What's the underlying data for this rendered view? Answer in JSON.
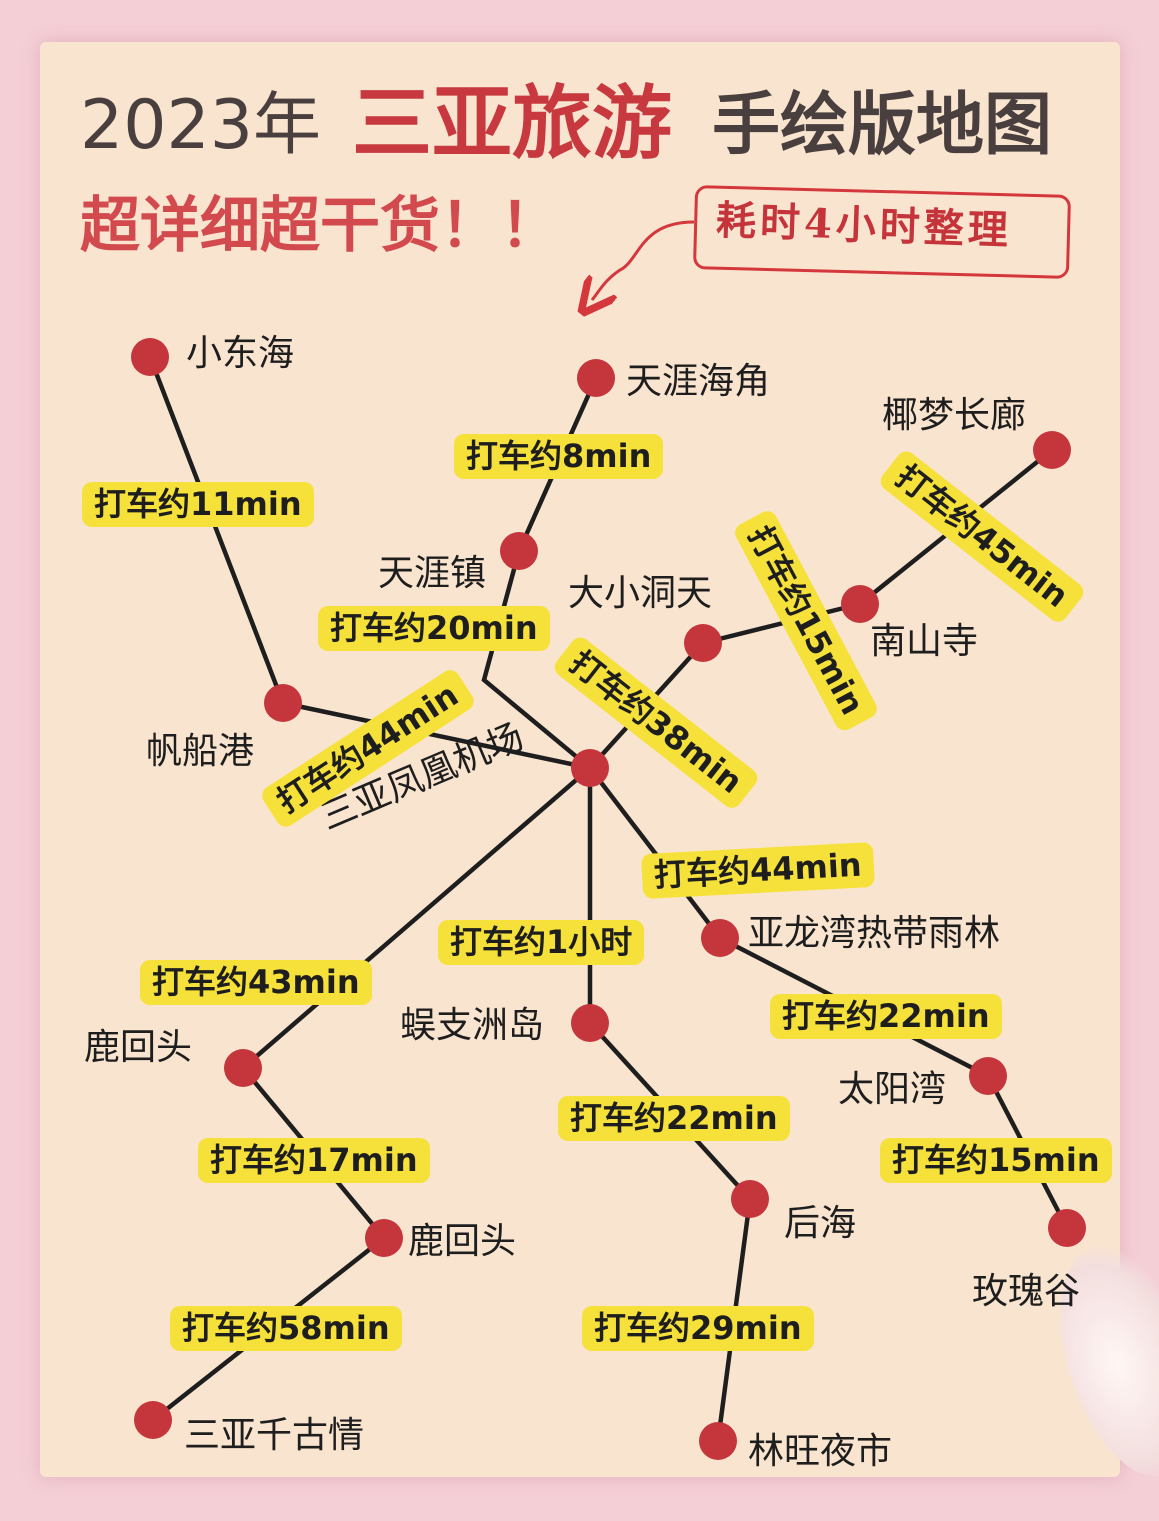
{
  "title": {
    "year": "2023年",
    "highlight": "三亚旅游",
    "rest": "手绘版地图",
    "subtitle": "超详细超干货！！",
    "note": "耗时4小时整理"
  },
  "colors": {
    "background": "#f4cfd6",
    "paper": "#f9e4cf",
    "highlight_red": "#c8393f",
    "node_red": "#c4363c",
    "badge_yellow": "#f6e13a",
    "line": "#1e1e1e"
  },
  "places": {
    "xiaodonghai": "小东海",
    "tianyahaijiao": "天涯海角",
    "yemengchanglang": "椰梦长廊",
    "tianyazhen": "天涯镇",
    "daxiaodongtian": "大小洞天",
    "nanshansi": "南山寺",
    "fanchuangang": "帆船港",
    "airport": "三亚凤凰机场",
    "yalongwan_rainforest": "亚龙湾热带雨林",
    "wuzhizhoudao": "蜈支洲岛",
    "luhuitou_1": "鹿回头",
    "luhuitou_2": "鹿回头",
    "taiyangwan": "太阳湾",
    "houhai": "后海",
    "meiguigu": "玫瑰谷",
    "sanyaqianguqing": "三亚千古情",
    "linwangyeshi": "林旺夜市"
  },
  "routes": {
    "xiaodonghai_fanchuangang": "打车约11min",
    "tianyahaijiao_tianyazhen": "打车约8min",
    "yemengchanglang_nanshansi": "打车约45min",
    "nanshansi_daxiaodongtian": "打车约15min",
    "tianyazhen_airport": "打车约20min",
    "daxiaodongtian_airport": "打车约38min",
    "fanchuangang_airport": "打车约44min",
    "airport_yalongwan": "打车约44min",
    "airport_wuzhizhou": "打车约1小时",
    "airport_luhuitou": "打车约43min",
    "yalongwan_taiyangwan": "打车约22min",
    "wuzhizhou_houhai": "打车约22min",
    "luhuitou_luhuitou": "打车约17min",
    "taiyangwan_meiguigu": "打车约15min",
    "luhuitou_qianguqing": "打车约58min",
    "houhai_linwang": "打车约29min"
  }
}
